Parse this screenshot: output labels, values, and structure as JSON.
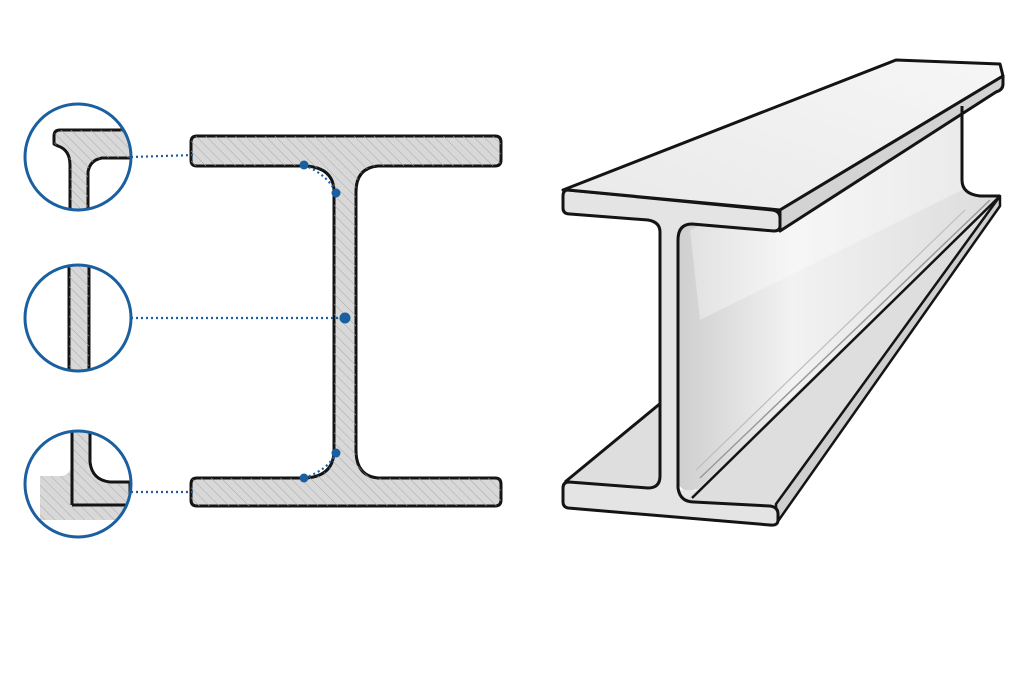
{
  "colors": {
    "background": "#ffffff",
    "accent_blue": "#1a5fa0",
    "outline": "#141414",
    "section_fill": "#d8d8d8",
    "hatch": "#a9a9a9",
    "steel_top": "#ececec",
    "steel_front": "#e3e3e3",
    "steel_web_light": "#f4f4f4",
    "steel_web_dark": "#c9c9c9",
    "steel_flange_inner": "#d6d6d6"
  },
  "icons": {
    "detail_top": "flange-web-fillet-top-detail",
    "detail_middle": "web-detail",
    "detail_bottom": "flange-web-fillet-bottom-detail"
  }
}
